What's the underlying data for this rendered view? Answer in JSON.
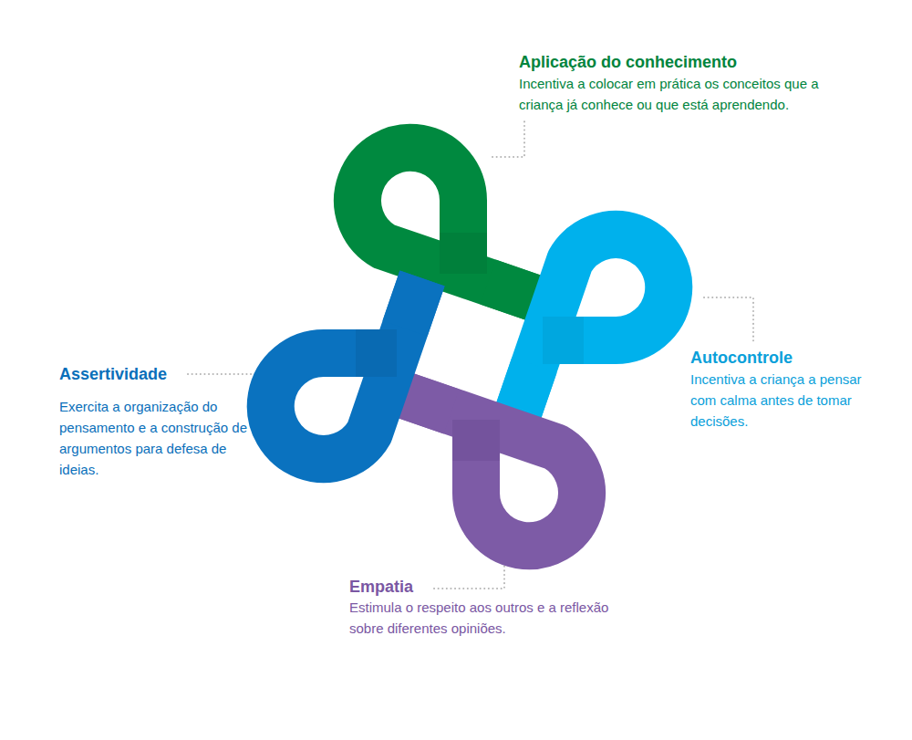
{
  "diagram": {
    "labels": [
      "Aplicação do conhecimento",
      "Incentiva a colocar em prática os conceitos que a criança já conhece ou que está aprendendo.",
      "Autocontrole",
      "Incentiva a criança a pensar com calma antes de tomar decisões.",
      "Assertividade",
      "Exercita a organização do pensamento e a construção de argumentos para defesa de ideias.",
      "Empatia",
      "Estimula o respeito aos outros e a reflexão sobre diferentes opiniões."
    ]
  }
}
